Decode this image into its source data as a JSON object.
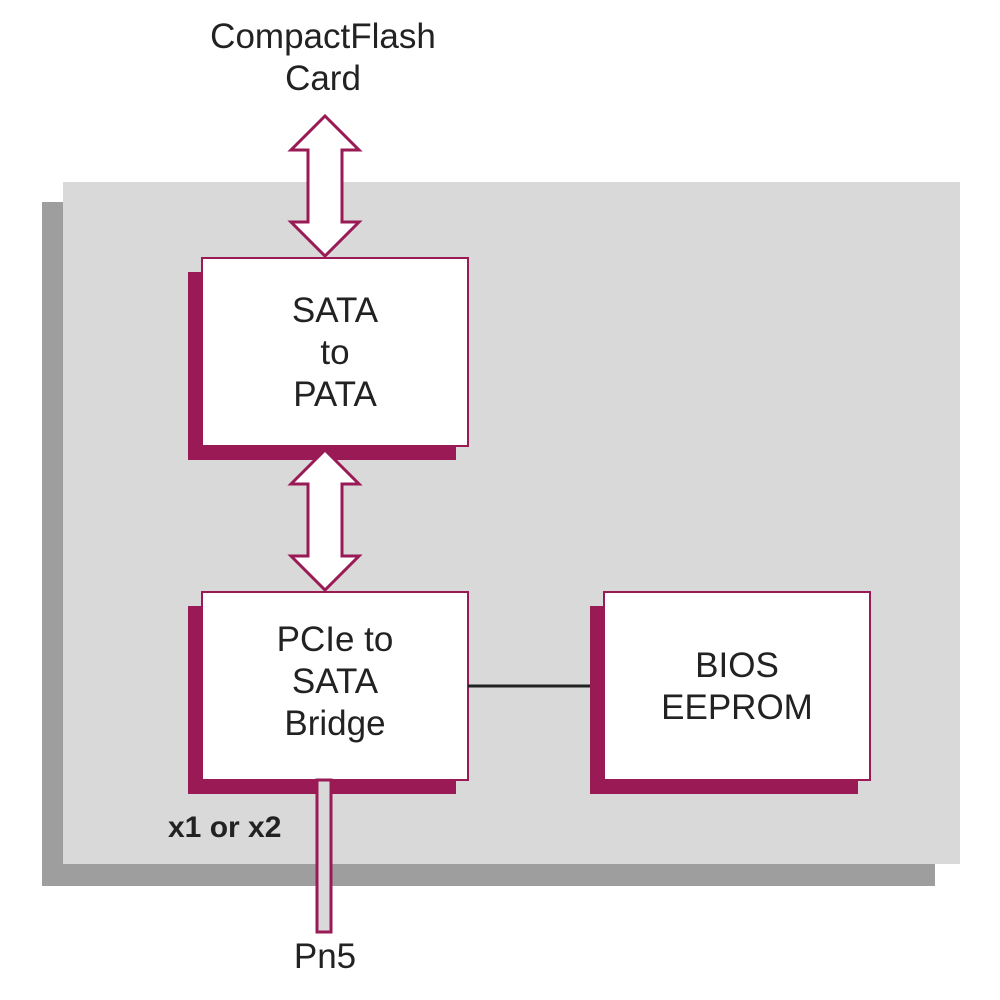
{
  "colors": {
    "accent": "#991a55",
    "board": "#d9d9d9",
    "board_shadow": "#9e9e9e",
    "block_fill": "#ffffff",
    "connector_line": "#222222",
    "text": "#222222"
  },
  "top_label": {
    "line1": "CompactFlash",
    "line2": "Card"
  },
  "blocks": {
    "sata_to_pata": {
      "line1": "SATA",
      "line2": "to",
      "line3": "PATA"
    },
    "pcie_to_sata": {
      "line1": "PCIe to",
      "line2": "SATA",
      "line3": "Bridge"
    },
    "bios": {
      "line1": "BIOS",
      "line2": "EEPROM"
    }
  },
  "lane_label": "x1 or x2",
  "connector_label": "Pn5"
}
